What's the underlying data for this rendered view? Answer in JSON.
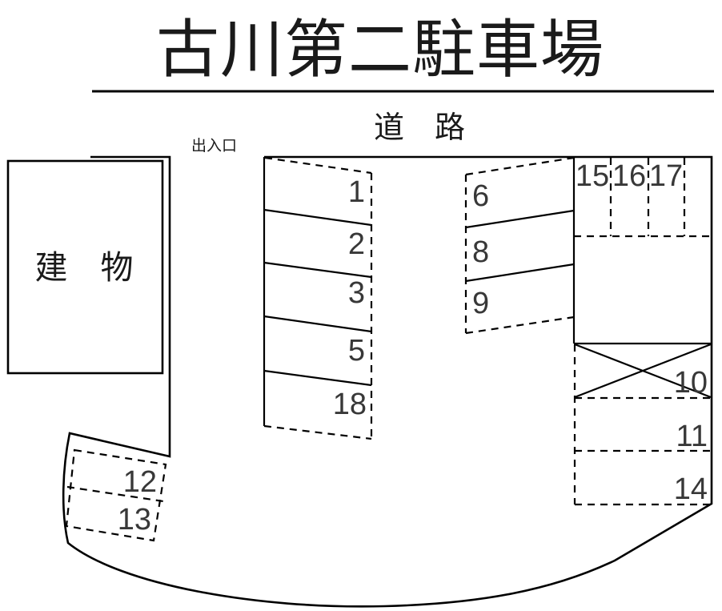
{
  "title": "古川第二駐車場",
  "labels": {
    "road": "道　路",
    "entrance": "出入口",
    "building": "建　物"
  },
  "spaces": {
    "s1": {
      "label": "1"
    },
    "s2": {
      "label": "2"
    },
    "s3": {
      "label": "3"
    },
    "s5": {
      "label": "5"
    },
    "s18": {
      "label": "18"
    },
    "s6": {
      "label": "6"
    },
    "s8": {
      "label": "8"
    },
    "s9": {
      "label": "9"
    },
    "s15": {
      "label": "15"
    },
    "s16": {
      "label": "16"
    },
    "s17": {
      "label": "17"
    },
    "s10": {
      "label": "10"
    },
    "s11": {
      "label": "11"
    },
    "s14": {
      "label": "14"
    },
    "s12": {
      "label": "12"
    },
    "s13": {
      "label": "13"
    }
  },
  "crossed_out_space": "10",
  "colors": {
    "line": "#000000",
    "number": "#383838",
    "text": "#1a1a1a"
  }
}
